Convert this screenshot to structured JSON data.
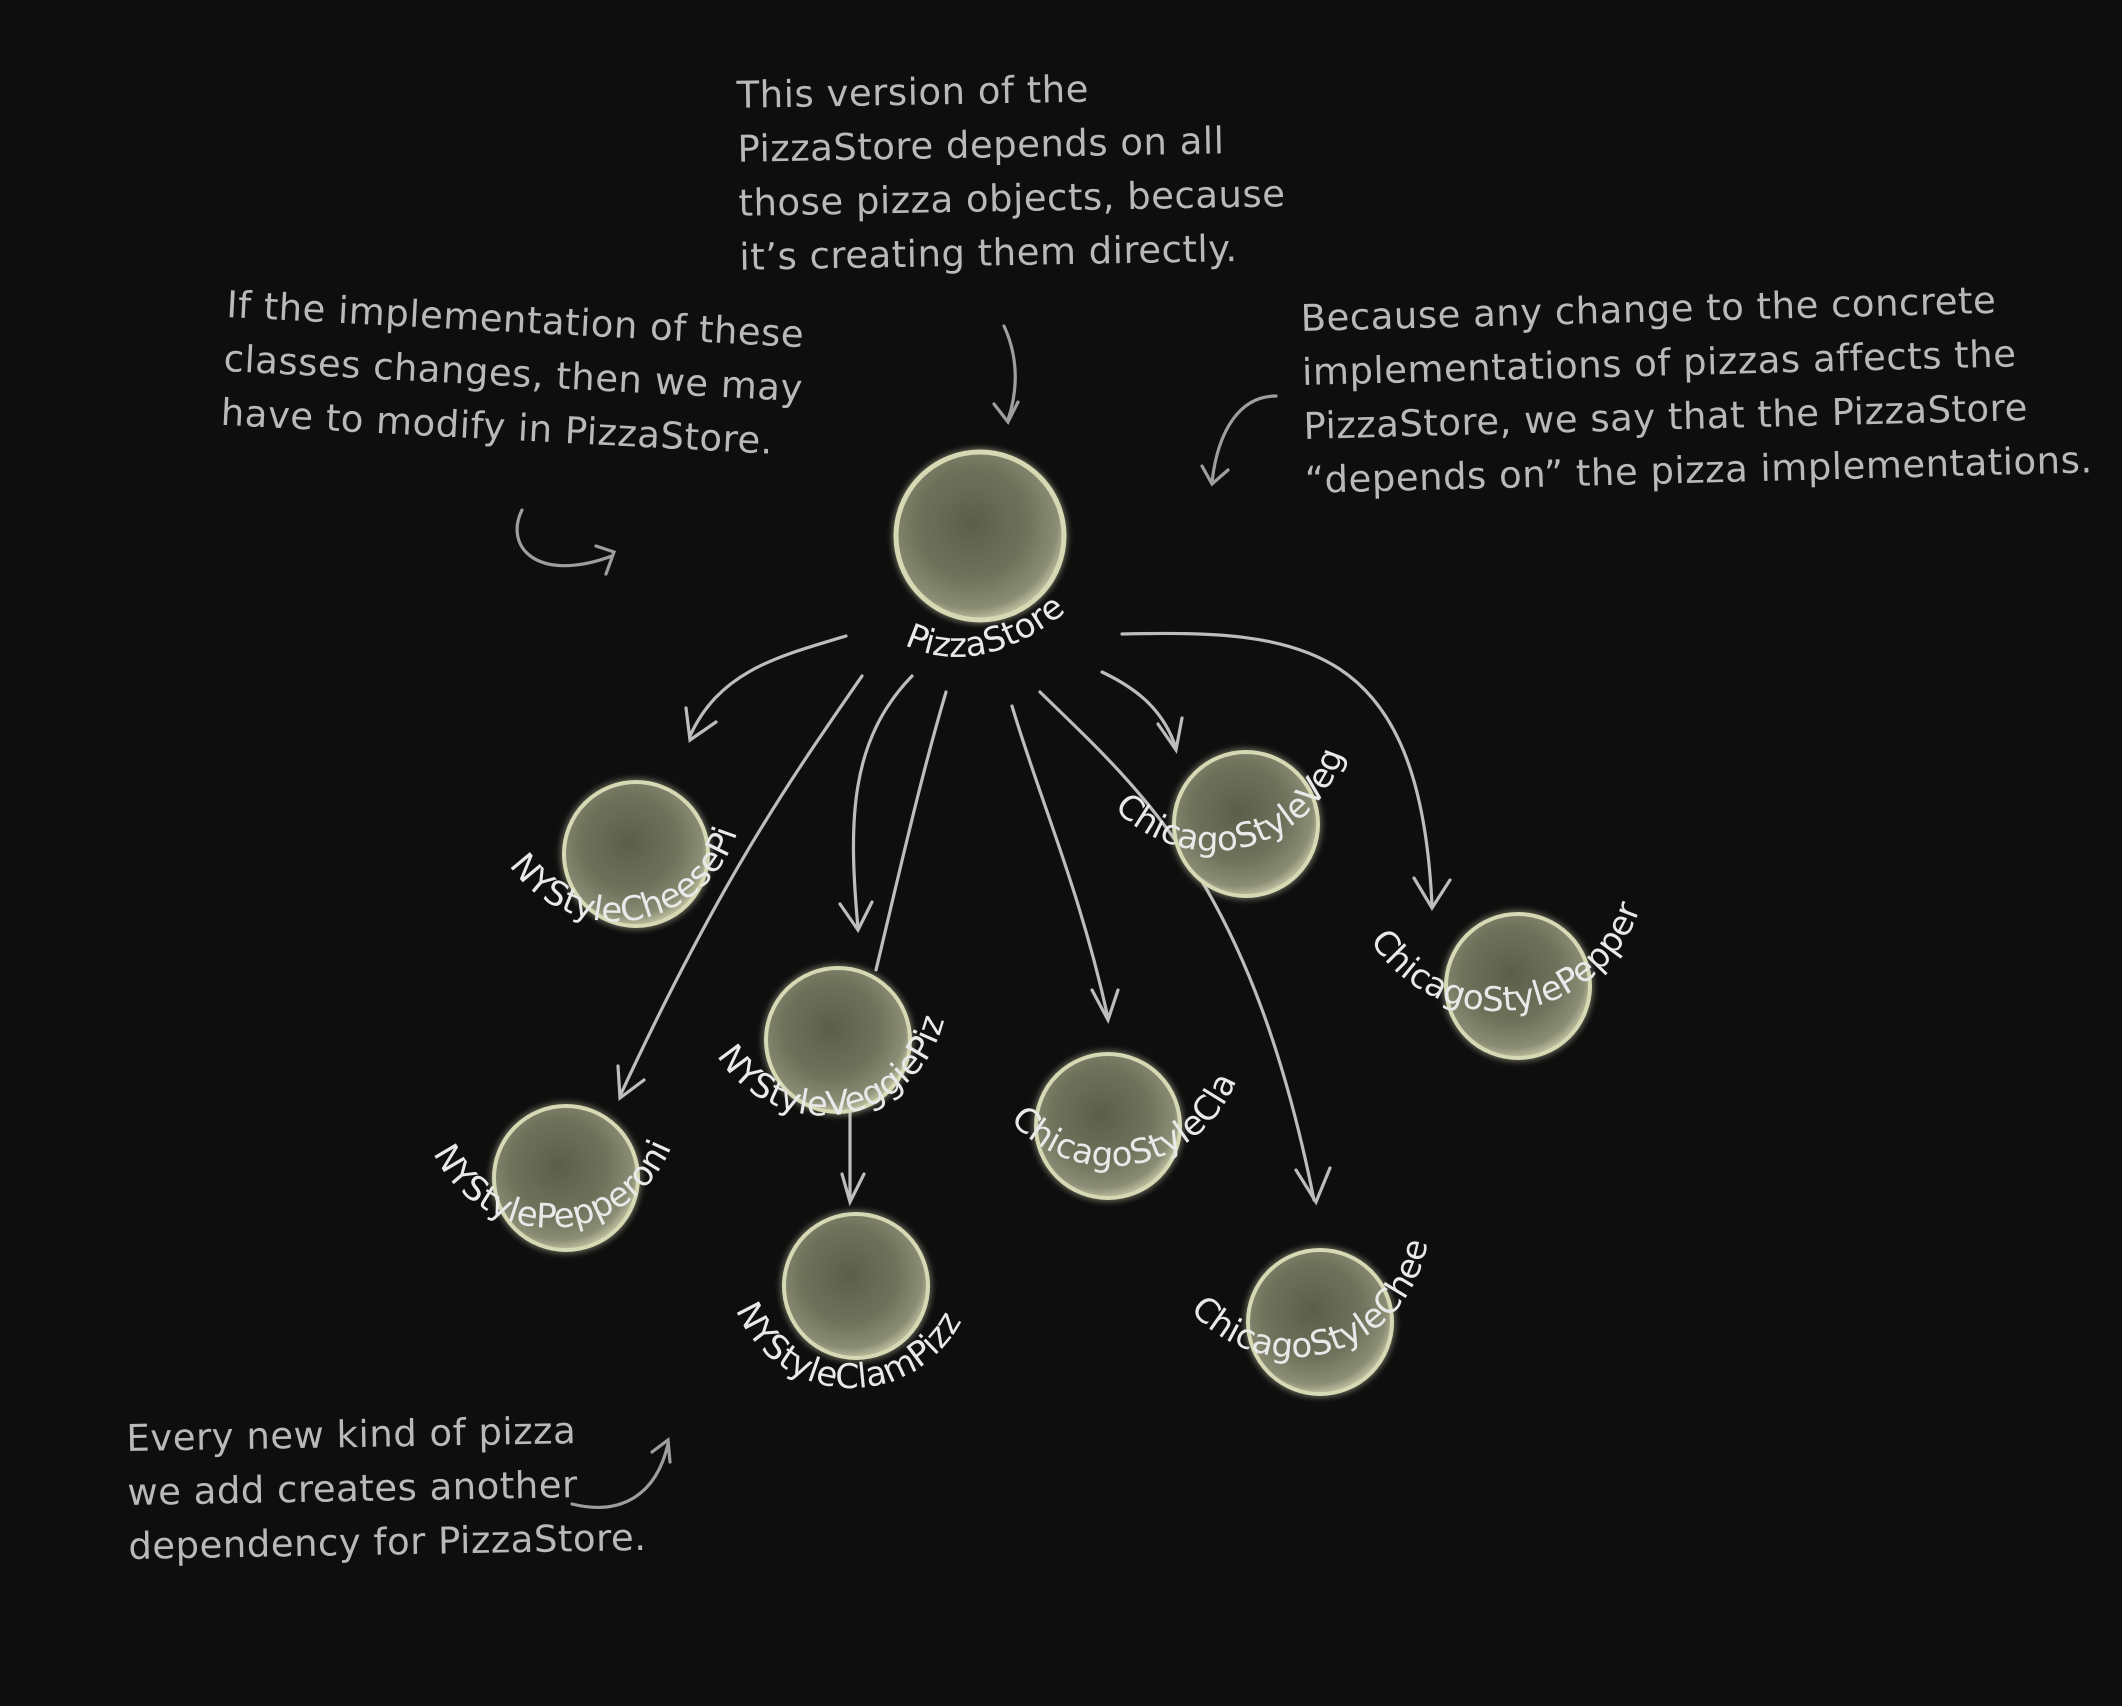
{
  "diagram": {
    "root": {
      "label": "PizzaStore"
    },
    "nodes": [
      {
        "id": "ny-cheese",
        "label": "NYStyleCheesePizza"
      },
      {
        "id": "ny-veggie",
        "label": "NYStyleVeggiePizza"
      },
      {
        "id": "ny-pepperoni",
        "label": "NYStylePepperoniPizza"
      },
      {
        "id": "ny-clam",
        "label": "NYStyleClamPizza"
      },
      {
        "id": "chicago-veggie",
        "label": "ChicagoStyleVeggiePizza"
      },
      {
        "id": "chicago-clam",
        "label": "ChicagoStyleClamPizza"
      },
      {
        "id": "chicago-pepperoni",
        "label": "ChicagoStylePepperoniPizza"
      },
      {
        "id": "chicago-cheese",
        "label": "ChicagoStyleCheesePizza"
      }
    ],
    "colors": {
      "background": "#0e0e0e",
      "pizza_fill": "#8a8c74",
      "pizza_rim": "#d6d9b4",
      "arrow": "#bdbdbd",
      "note_text": "#b9b9b9"
    }
  },
  "notes": {
    "top": [
      "This version of the",
      "PizzaStore depends on all",
      "those pizza objects, because",
      "it’s creating them directly."
    ],
    "left": [
      "If the implementation of these",
      "classes changes, then we may",
      "have to modify in PizzaStore."
    ],
    "right": [
      "Because any change to the concrete",
      "implementations of pizzas affects the",
      "PizzaStore, we say that the PizzaStore",
      "“depends on” the pizza implementations."
    ],
    "bottom": [
      "Every new kind of pizza",
      "we add creates another",
      "dependency for PizzaStore."
    ]
  }
}
